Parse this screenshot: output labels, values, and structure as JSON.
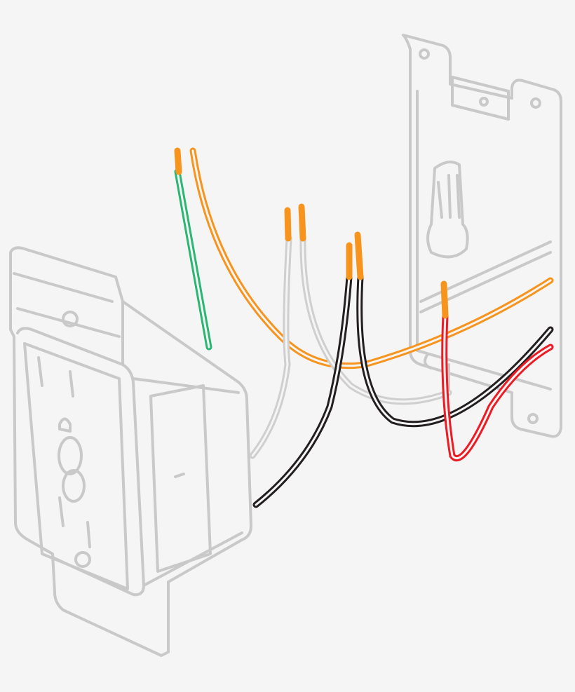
{
  "colors": {
    "background": "#f5f5f5",
    "outline_grey": "#c9c9c9",
    "copper": "#f7941d",
    "ground_green": "#2bb673",
    "neutral_white": "#cfcfcf",
    "hot_black": "#231f20",
    "traveler_red": "#ed1c24"
  },
  "components": [
    "outlet-receptacle",
    "wall-box",
    "wire-nut",
    "wires"
  ]
}
